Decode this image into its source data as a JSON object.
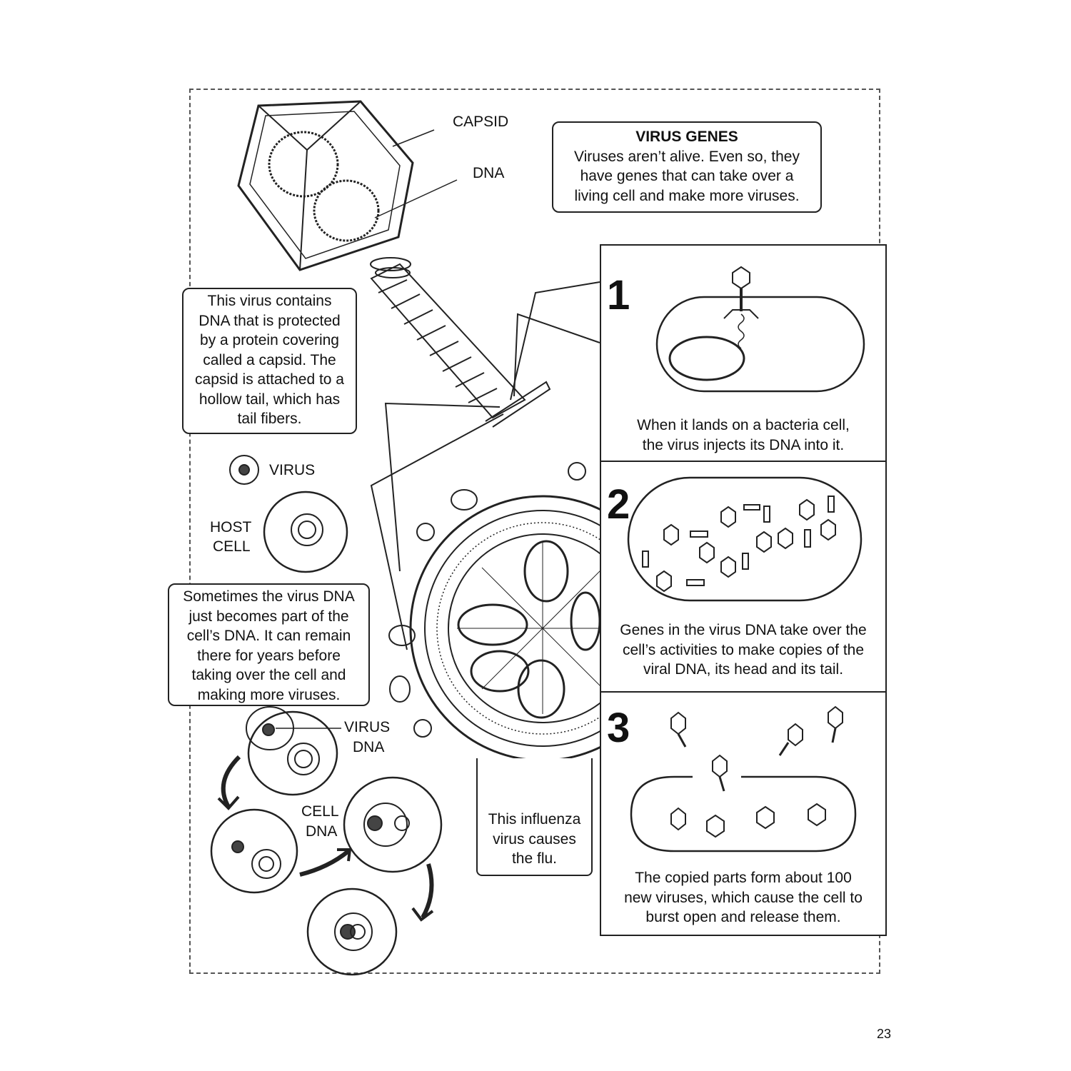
{
  "labels": {
    "capsid": "CAPSID",
    "dna": "DNA",
    "virus": "VIRUS",
    "host_cell_1": "HOST",
    "host_cell_2": "CELL",
    "virus_dna_1": "VIRUS",
    "virus_dna_2": "DNA",
    "cell_dna_1": "CELL",
    "cell_dna_2": "DNA"
  },
  "virus_genes": {
    "title": "VIRUS GENES",
    "lines": [
      "Viruses aren’t alive. Even so, they",
      "have genes that can take over a",
      "living cell and make more viruses."
    ]
  },
  "phage_note": {
    "lines": [
      "This virus contains",
      "DNA that is protected",
      "by a protein covering",
      "called a capsid. The",
      "capsid is attached to a",
      "hollow tail, which has",
      "tail fibers."
    ]
  },
  "lysogenic_note": {
    "lines": [
      "Sometimes the virus DNA",
      "just becomes part of the",
      "cell’s DNA. It can remain",
      "there for years before",
      "taking over the cell and",
      "making more viruses."
    ]
  },
  "influenza_note": {
    "lines": [
      "This influenza",
      "virus causes",
      "the flu."
    ]
  },
  "steps": [
    {
      "number": "1",
      "lines": [
        "When it lands on a bacteria cell,",
        "the virus injects its DNA into it."
      ]
    },
    {
      "number": "2",
      "lines": [
        "Genes in the virus DNA take over the",
        "cell’s activities to make copies of the",
        "viral DNA, its head and its tail."
      ]
    },
    {
      "number": "3",
      "lines": [
        "The copied parts form about 100",
        "new viruses, which cause the cell to",
        "burst open and release them."
      ]
    }
  ],
  "page_number": "23"
}
